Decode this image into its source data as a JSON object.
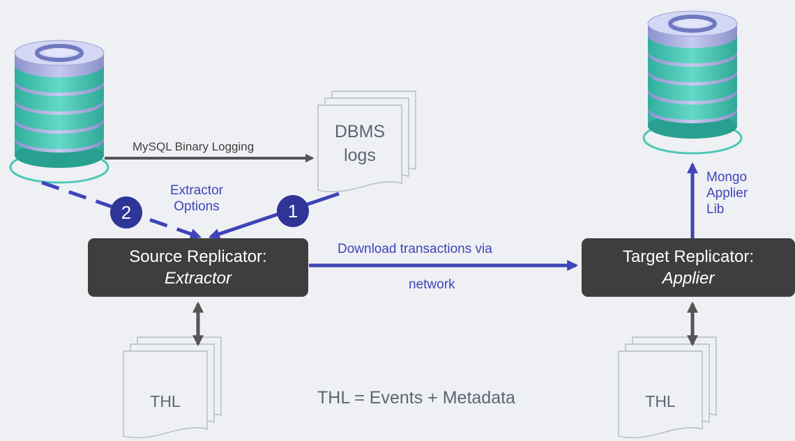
{
  "nodes": {
    "source_replicator": {
      "title": "Source Replicator:",
      "subtitle": "Extractor"
    },
    "target_replicator": {
      "title": "Target Replicator:",
      "subtitle": "Applier"
    },
    "dbms_logs": {
      "line1": "DBMS",
      "line2": "logs"
    },
    "thl_source": {
      "label": "THL"
    },
    "thl_target": {
      "label": "THL"
    }
  },
  "edges": {
    "binary_logging": "MySQL Binary Logging",
    "extractor_options": [
      "Extractor",
      "Options"
    ],
    "download": [
      "Download transactions via",
      "network"
    ],
    "mongo_applier": [
      "Mongo",
      "Applier",
      "Lib"
    ]
  },
  "badges": {
    "one": "1",
    "two": "2"
  },
  "legend": "THL = Events + Metadata",
  "colors": {
    "background": "#eef0f4",
    "box": "#3e3e3e",
    "accent_blue": "#3f44b8",
    "badge": "#2f3596",
    "arrow_dark": "#555555",
    "db_teal": "#4fc7b5",
    "db_lavender": "#b7bde8"
  }
}
